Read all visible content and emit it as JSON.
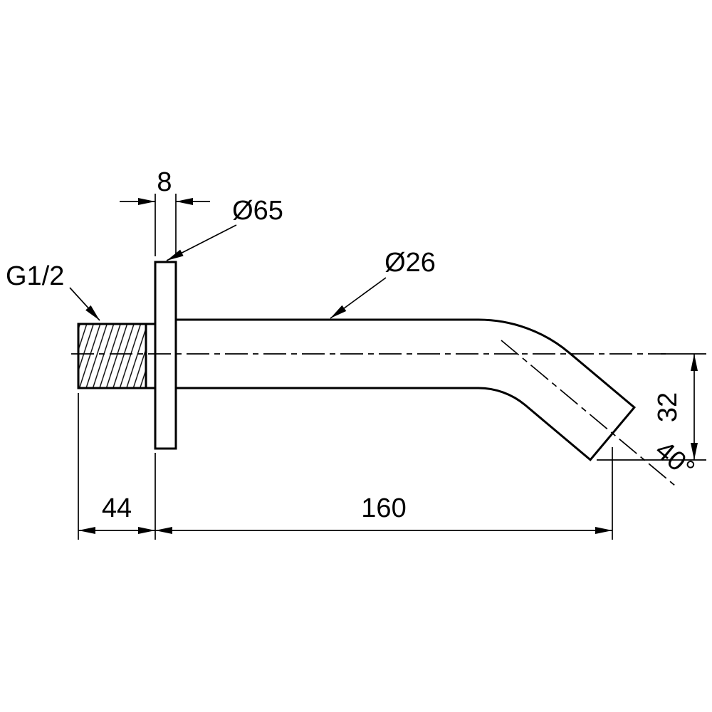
{
  "drawing": {
    "colors": {
      "line": "#000000",
      "background": "#ffffff"
    },
    "labels": {
      "flange_thickness": "8",
      "flange_diameter": "Ø65",
      "tube_diameter": "Ø26",
      "thread_size": "G1/2",
      "outlet_drop": "32",
      "spout_length": "160",
      "thread_length": "44",
      "outlet_angle": "40°"
    }
  }
}
